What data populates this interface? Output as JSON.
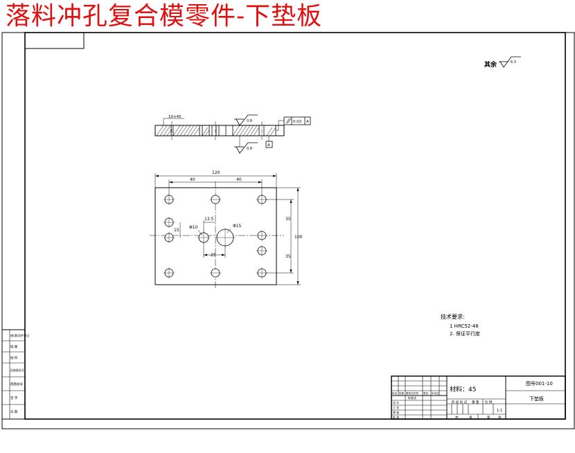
{
  "title": "落料冲孔复合模零件-下垫板",
  "roughness": {
    "rest_prefix": "其余",
    "rest_value": "6.3",
    "surface_top": "0.8",
    "surface_bottom": "0.8"
  },
  "tolerance": {
    "value": "0.02",
    "datum": "A"
  },
  "dimensions": {
    "chamfer": "10×45",
    "overall_width": "120",
    "top_spacing_left": "40",
    "top_spacing_right": "40",
    "small_vertical": "15",
    "hole_offset": "13.5",
    "small_hole": "Φ10",
    "big_hole": "Φ15",
    "center_spacing": "25",
    "right_upper": "35",
    "right_lower": "35",
    "overall_height": "100"
  },
  "tech_requirements": {
    "heading": "技术要求:",
    "item1": "1  HRC52-48",
    "item2": "2. 保证平行度"
  },
  "title_block": {
    "material": "材料：45",
    "drawing_no": "图号001-10",
    "part_name": "下垫板",
    "scale": "1:1",
    "cells": {
      "biaoji": "标记",
      "chushu": "处数",
      "fenqu": "分区",
      "gaiwenjianhao": "更改文件号",
      "qianming": "签名",
      "nianyueri": "年月日",
      "sheji": "设 计",
      "biaozhunhua": "标准化",
      "jieduan": "阶 段 标 记",
      "zhongliang": "重 量",
      "bili": "比 例",
      "shenhe": "审 核",
      "gongyi": "工 艺",
      "pizhun": "批 准",
      "gong": "共",
      "zhang": "张",
      "di": "第",
      "zhang2": "张"
    }
  },
  "side_column": [
    "借(通)用件登记",
    "描 图",
    "描 校",
    "旧底图总号",
    "底图总号",
    "签 字",
    "日 期"
  ]
}
